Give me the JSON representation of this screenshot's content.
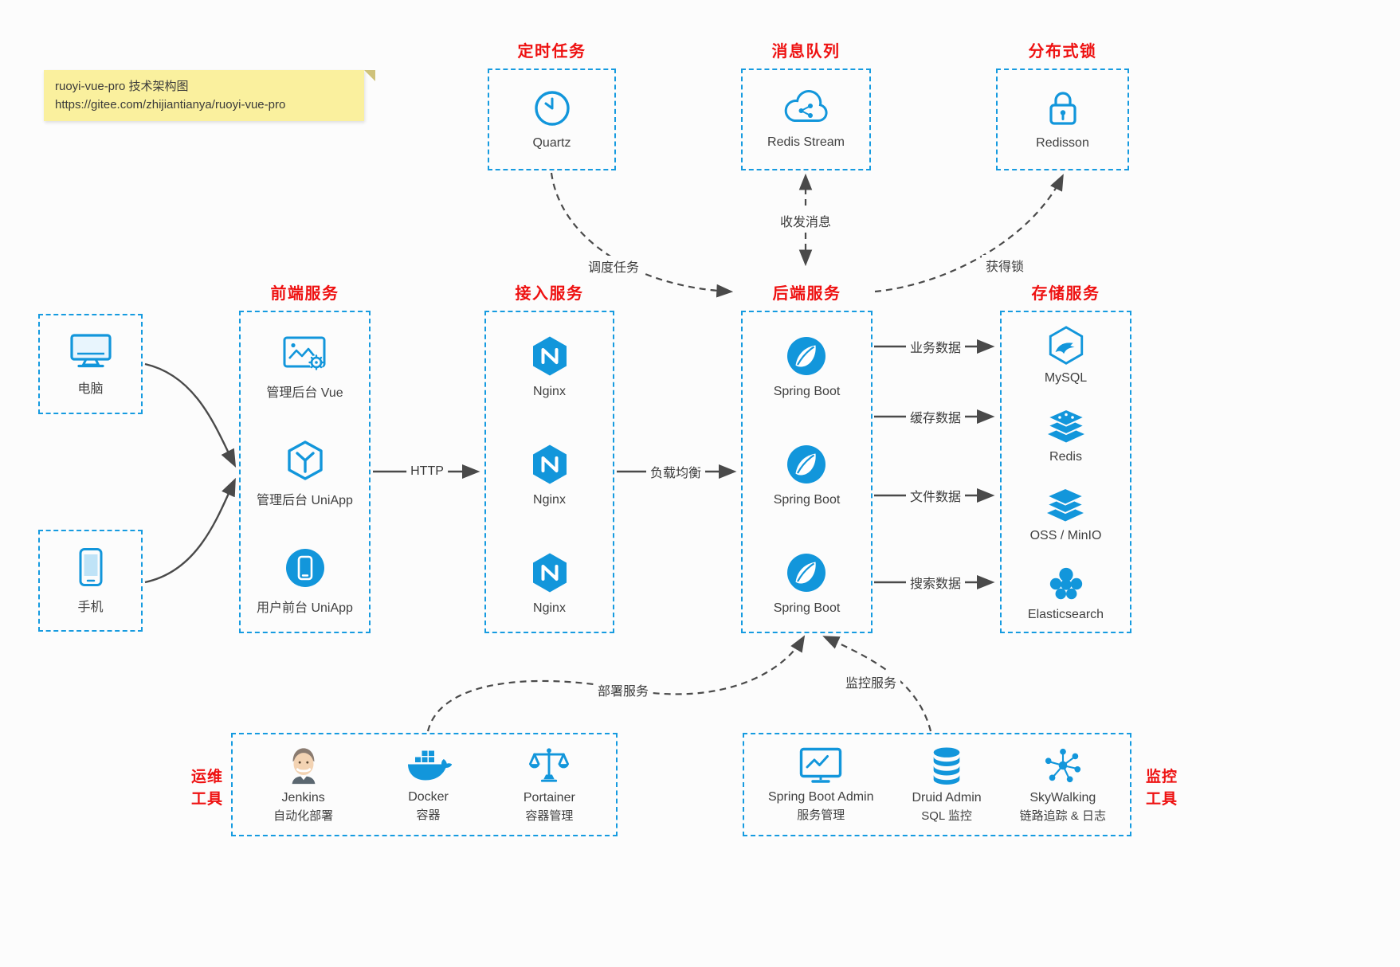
{
  "note": {
    "line1": "ruoyi-vue-pro 技术架构图",
    "line2": "https://gitee.com/zhijiantianya/ruoyi-vue-pro"
  },
  "colors": {
    "accent_blue": "#1296db",
    "title_red": "#ee1111",
    "note_yellow": "#faf09e",
    "arrow_gray": "#4a4a4a"
  },
  "top_services": [
    {
      "title": "定时任务",
      "label": "Quartz",
      "icon": "clock-icon"
    },
    {
      "title": "消息队列",
      "label": "Redis Stream",
      "icon": "cloud-network-icon"
    },
    {
      "title": "分布式锁",
      "label": "Redisson",
      "icon": "lock-icon"
    }
  ],
  "clients": [
    {
      "label": "电脑",
      "icon": "desktop-icon"
    },
    {
      "label": "手机",
      "icon": "mobile-icon"
    }
  ],
  "frontend": {
    "title": "前端服务",
    "items": [
      {
        "label": "管理后台 Vue",
        "icon": "admin-vue-icon"
      },
      {
        "label": "管理后台 UniApp",
        "icon": "admin-uniapp-icon"
      },
      {
        "label": "用户前台 UniApp",
        "icon": "user-uniapp-icon"
      }
    ]
  },
  "gateway": {
    "title": "接入服务",
    "items": [
      {
        "label": "Nginx",
        "icon": "nginx-icon"
      },
      {
        "label": "Nginx",
        "icon": "nginx-icon"
      },
      {
        "label": "Nginx",
        "icon": "nginx-icon"
      }
    ]
  },
  "backend": {
    "title": "后端服务",
    "items": [
      {
        "label": "Spring Boot",
        "icon": "springboot-icon"
      },
      {
        "label": "Spring Boot",
        "icon": "springboot-icon"
      },
      {
        "label": "Spring Boot",
        "icon": "springboot-icon"
      }
    ]
  },
  "storage": {
    "title": "存储服务",
    "items": [
      {
        "label": "MySQL",
        "icon": "mysql-icon"
      },
      {
        "label": "Redis",
        "icon": "redis-icon"
      },
      {
        "label": "OSS / MinIO",
        "icon": "oss-icon"
      },
      {
        "label": "Elasticsearch",
        "icon": "elasticsearch-icon"
      }
    ]
  },
  "ops_tools": {
    "side_label_line1": "运维",
    "side_label_line2": "工具",
    "items": [
      {
        "name": "Jenkins",
        "desc": "自动化部署",
        "icon": "jenkins-icon"
      },
      {
        "name": "Docker",
        "desc": "容器",
        "icon": "docker-icon"
      },
      {
        "name": "Portainer",
        "desc": "容器管理",
        "icon": "portainer-icon"
      }
    ]
  },
  "monitor_tools": {
    "side_label_line1": "监控",
    "side_label_line2": "工具",
    "items": [
      {
        "name": "Spring Boot Admin",
        "desc": "服务管理",
        "icon": "springboot-admin-icon"
      },
      {
        "name": "Druid Admin",
        "desc": "SQL 监控",
        "icon": "druid-icon"
      },
      {
        "name": "SkyWalking",
        "desc": "链路追踪 & 日志",
        "icon": "skywalking-icon"
      }
    ]
  },
  "edge_labels": {
    "http": "HTTP",
    "load_balance": "负载均衡",
    "dispatch_task": "调度任务",
    "send_receive": "收发消息",
    "acquire_lock": "获得锁",
    "business_data": "业务数据",
    "cache_data": "缓存数据",
    "file_data": "文件数据",
    "search_data": "搜索数据",
    "deploy_service": "部署服务",
    "monitor_service": "监控服务"
  }
}
